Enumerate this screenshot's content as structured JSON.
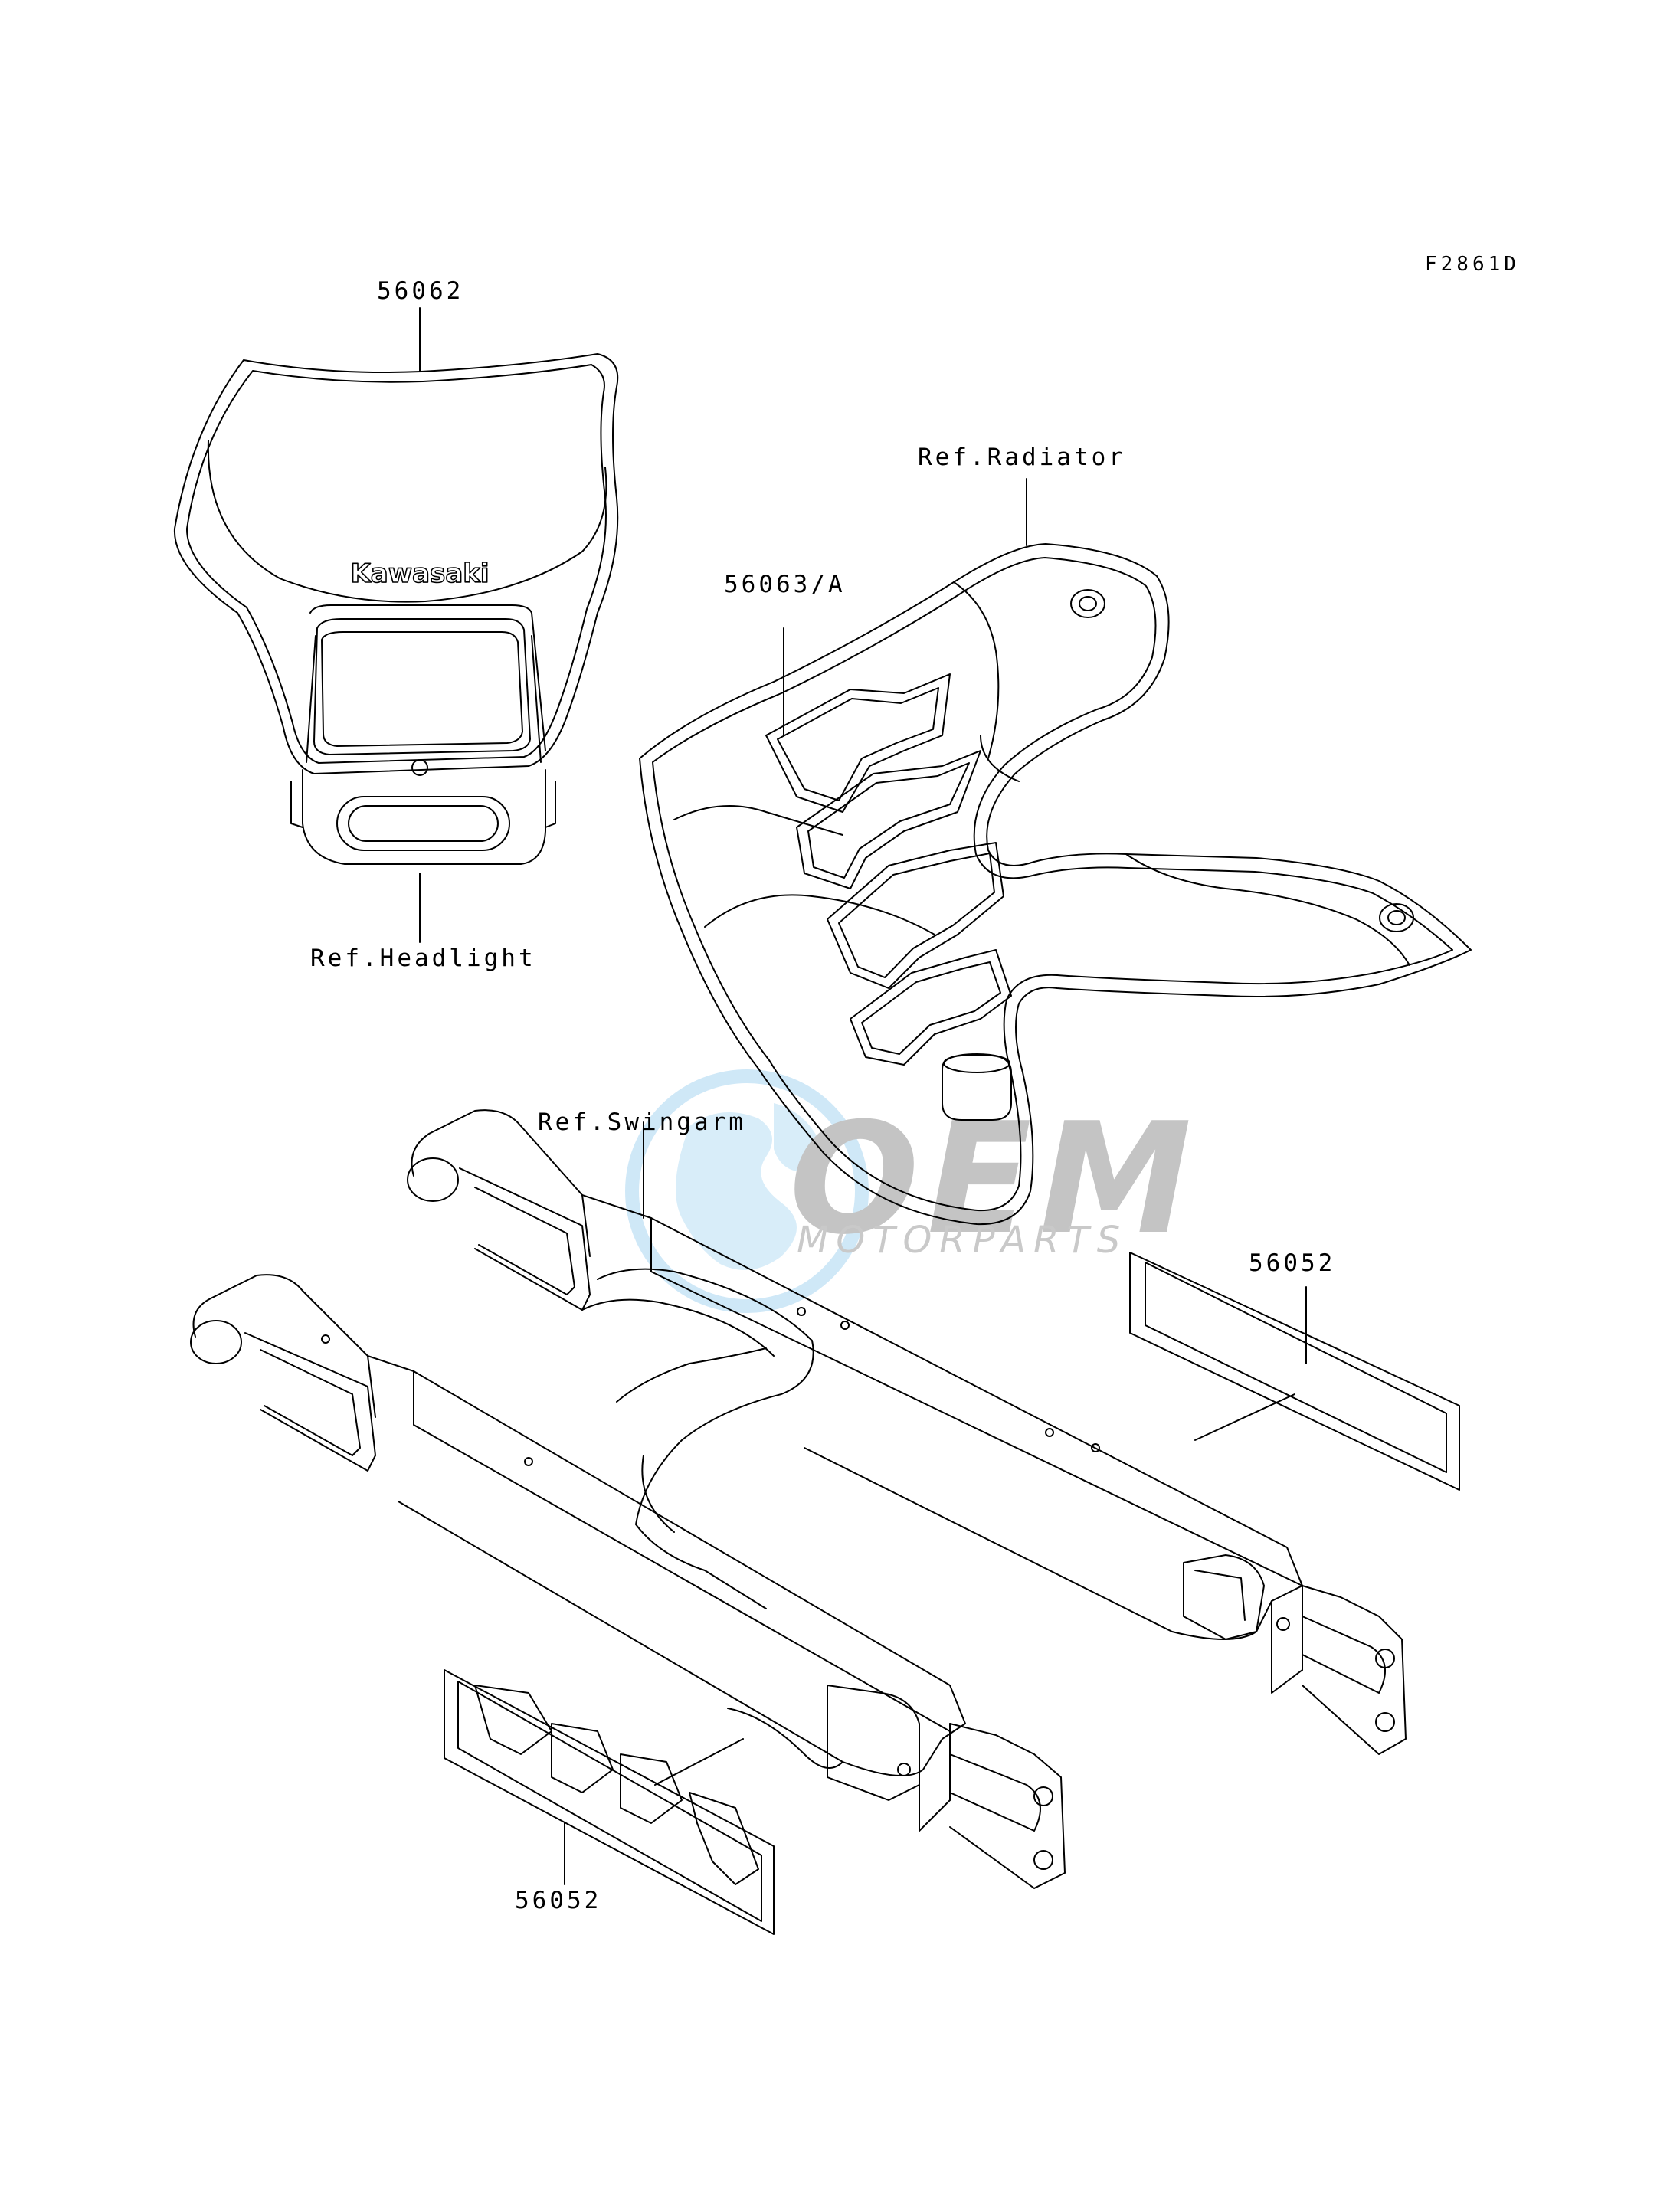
{
  "figure_code": "F2861D",
  "callouts": {
    "headlight_cover_part": "56062",
    "headlight_ref": "Ref.Headlight",
    "radiator_ref": "Ref.Radiator",
    "shroud_decal_part": "56063/A",
    "swingarm_ref": "Ref.Swingarm",
    "swingarm_decal_right_part": "56052",
    "swingarm_decal_left_part": "56052"
  },
  "headlight_logo_text": "Kawasaki",
  "watermark": {
    "brand": "OEM",
    "subtitle": "MOTORPARTS"
  },
  "colors": {
    "line": "#000000",
    "watermark_globe": "#a9d6f2",
    "watermark_text": "#c9c9c9"
  }
}
